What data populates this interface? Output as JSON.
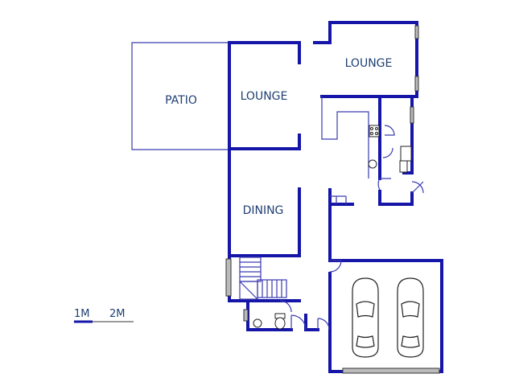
{
  "rooms": {
    "patio": "PATIO",
    "lounge_1": "LOUNGE",
    "lounge_2": "LOUNGE",
    "dining": "DINING"
  },
  "scale_bar": {
    "label_1": "1M",
    "label_2": "2M"
  },
  "colors": {
    "wall": "#1515a8",
    "patio_outline": "#7a7ad0",
    "label_text": "#1f3f73"
  }
}
